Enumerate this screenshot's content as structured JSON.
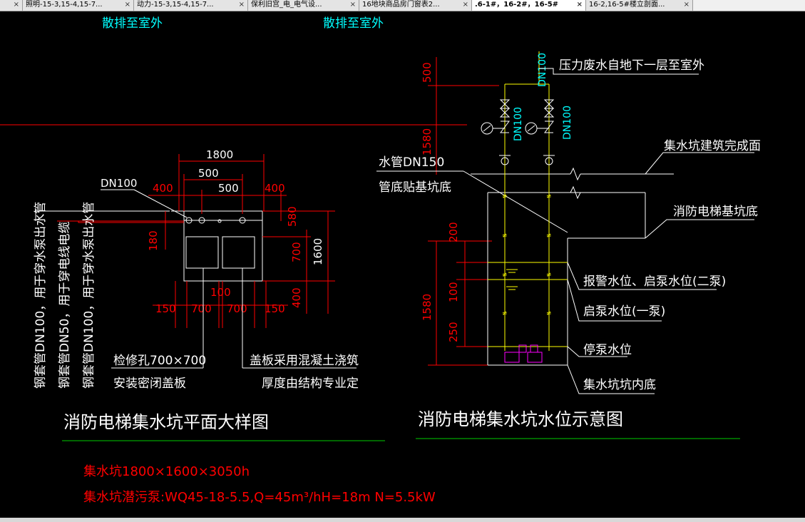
{
  "tabs": [
    {
      "label": "",
      "active": false
    },
    {
      "label": "照明-15-3,15-4,15-7...",
      "active": false
    },
    {
      "label": "动力-15-3,15-4,15-7...",
      "active": false
    },
    {
      "label": "保利旧宫_电_电气设...",
      "active": false
    },
    {
      "label": "16地块商品房门窗表2...",
      "active": false
    },
    {
      "label": ".6-1#，16-2#，16-5#",
      "active": true
    },
    {
      "label": "16-2,16-5#楼立剖面...",
      "active": false
    }
  ],
  "tab_close_glyph": "×",
  "colors": {
    "background": "#000000",
    "dim": "#ff0000",
    "pipe": "#ffff00",
    "struct": "#ffffff",
    "label": "#ffffff",
    "heading": "#00ffff",
    "underline": "#00cc00",
    "note": "#ff0000",
    "pump": "#ff00ff"
  },
  "top_labels": [
    "散排至室外",
    "散排至室外"
  ],
  "plan": {
    "dims": {
      "d1800": "1800",
      "d500a": "500",
      "d400a": "400",
      "d500b": "500",
      "d400b": "400",
      "d580": "580",
      "d180": "180",
      "d700": "700",
      "d1600": "1600",
      "d400c": "400",
      "d100": "100",
      "d150a": "150",
      "d700a": "700",
      "d700b": "700",
      "d150b": "150"
    },
    "dn100": "DN100",
    "sleeves": [
      "钢套管DN100，用于穿水泵出水管",
      "钢套管DN50，用于穿电线电缆",
      "钢套管DN100，用于穿水泵出水管"
    ],
    "access_hole": "检修孔700×700",
    "sealed_cover": "安装密闭盖板",
    "cover_note1": "盖板采用混凝土浇筑",
    "cover_note2": "厚度由结构专业定",
    "title": "消防电梯集水坑平面大样图"
  },
  "section": {
    "dims": {
      "d500": "500",
      "d1580": "1580",
      "d200": "200",
      "d100": "100",
      "d1580b": "1580",
      "d250": "250"
    },
    "dn100_top": "DN100",
    "dn100_left": "DN100",
    "dn100_right": "DN100",
    "pressure_drain": "压力废水自地下一层至室外",
    "pipe_dn150": "水管DN150",
    "pipe_bottom": "管底贴基坑底",
    "finish_floor": "集水坑建筑完成面",
    "pit_bottom": "消防电梯基坑底",
    "alarm_level": "报警水位、启泵水位(二泵)",
    "start_level": "启泵水位(一泵)",
    "stop_level": "停泵水位",
    "pit_inner": "集水坑坑内底",
    "title": "消防电梯集水坑水位示意图"
  },
  "notes": {
    "pit_size": "集水坑1800×1600×3050h",
    "pump": "集水坑潜污泵:WQ45-18-5.5,Q=45m³/hH=18m N=5.5kW"
  }
}
